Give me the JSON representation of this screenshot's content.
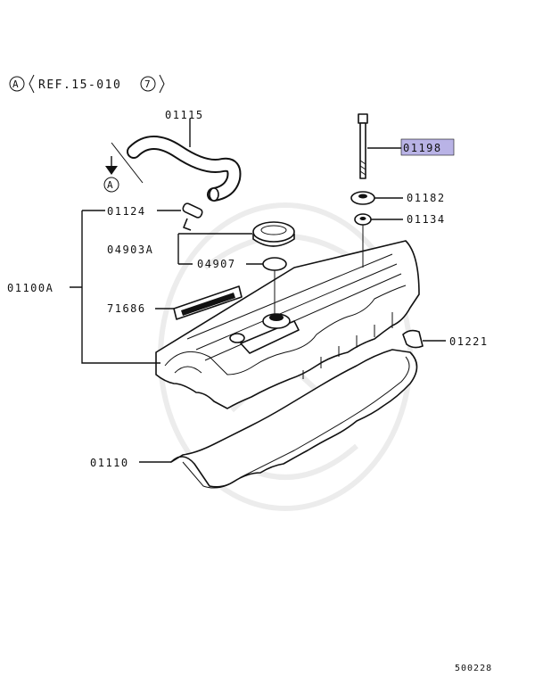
{
  "reference": {
    "circle_letter": "A",
    "text": "REF.15-010",
    "circle_number": "7"
  },
  "arrow_marker": "A",
  "part_labels": {
    "hose": "01115",
    "bolt": "01198",
    "washer": "01182",
    "seal": "01134",
    "connector": "01124",
    "cap_assy": "04903A",
    "gasket_ring": "04907",
    "cover_assy": "01100A",
    "emblem": "71686",
    "plug": "01221",
    "cover_gasket": "01110"
  },
  "highlight_color": "#b9b3e6",
  "diagram_number": "500228"
}
